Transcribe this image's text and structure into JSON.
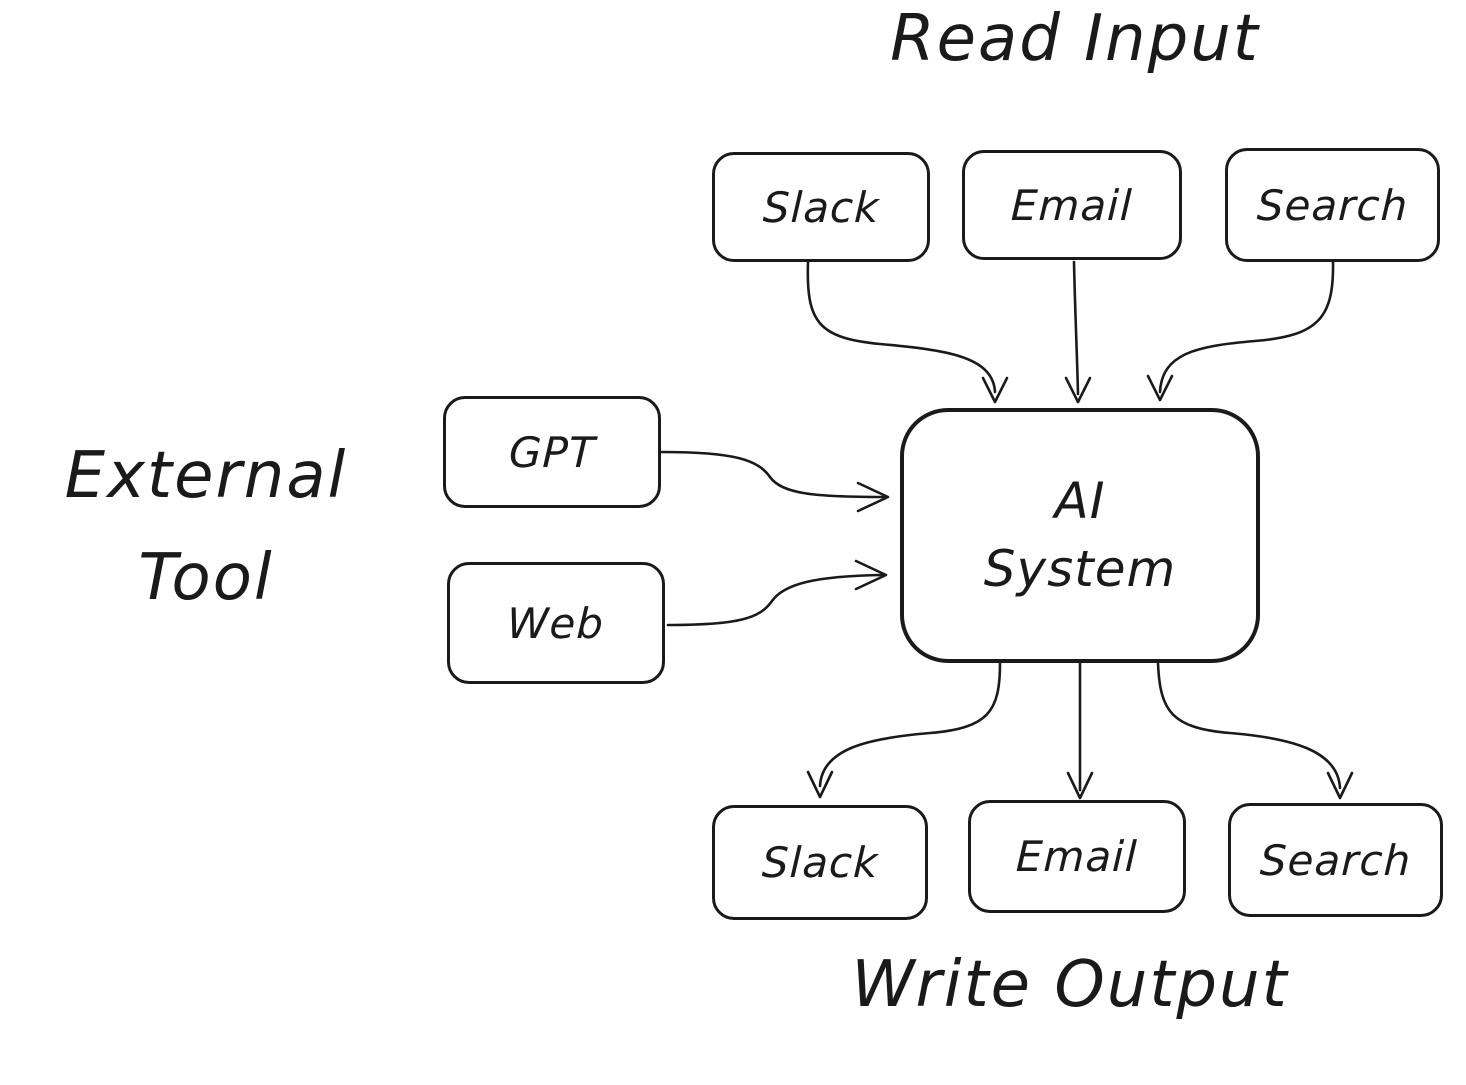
{
  "diagram": {
    "titles": {
      "read_input": "Read Input",
      "write_output": "Write Output",
      "external_tool_line1": "External",
      "external_tool_line2": "Tool"
    },
    "center_node": {
      "label_line1": "AI",
      "label_line2": "System"
    },
    "input_nodes": [
      {
        "label": "Slack"
      },
      {
        "label": "Email"
      },
      {
        "label": "Search"
      }
    ],
    "external_nodes": [
      {
        "label": "GPT"
      },
      {
        "label": "Web"
      }
    ],
    "output_nodes": [
      {
        "label": "Slack"
      },
      {
        "label": "Email"
      },
      {
        "label": "Search"
      }
    ],
    "edges": [
      {
        "from": "slack-input",
        "to": "ai-system"
      },
      {
        "from": "email-input",
        "to": "ai-system"
      },
      {
        "from": "search-input",
        "to": "ai-system"
      },
      {
        "from": "gpt",
        "to": "ai-system"
      },
      {
        "from": "web",
        "to": "ai-system"
      },
      {
        "from": "ai-system",
        "to": "slack-output"
      },
      {
        "from": "ai-system",
        "to": "email-output"
      },
      {
        "from": "ai-system",
        "to": "search-output"
      }
    ],
    "colors": {
      "stroke": "#1a1a1a",
      "background": "#ffffff"
    }
  }
}
